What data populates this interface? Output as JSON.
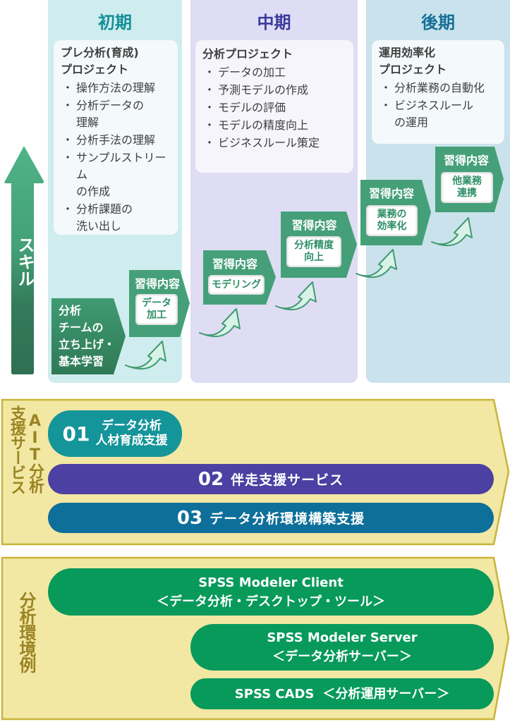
{
  "skill_axis": {
    "label": "スキル"
  },
  "phases": [
    {
      "title": "初期",
      "project_title": "プレ分析(育成)\nプロジェクト",
      "items": [
        "操作方法の理解",
        "分析データの\n理解",
        "分析手法の理解",
        "サンプルストリーム\nの作成",
        "分析課題の\n洗い出し"
      ]
    },
    {
      "title": "中期",
      "project_title": "分析プロジェクト",
      "items": [
        "データの加工",
        "予測モデルの作成",
        "モデルの評価",
        "モデルの精度向上",
        "ビジネスルール策定"
      ]
    },
    {
      "title": "後期",
      "project_title": "運用効率化\nプロジェクト",
      "items": [
        "分析業務の自動化",
        "ビジネスルール\nの運用"
      ]
    }
  ],
  "start_step": {
    "label": "分析\nチームの\n立ち上げ・\n基本学習"
  },
  "steps": [
    {
      "heading": "習得内容",
      "content": "データ\n加工"
    },
    {
      "heading": "習得内容",
      "content": "モデリング"
    },
    {
      "heading": "習得内容",
      "content": "分析精度\n向上"
    },
    {
      "heading": "習得内容",
      "content": "業務の\n効率化"
    },
    {
      "heading": "習得内容",
      "content": "他業務\n連携"
    }
  ],
  "ait_services": {
    "label_col1": "AIT分析",
    "label_col2": "支援サービス",
    "services": [
      {
        "number": "01",
        "label": "データ分析\n人材育成支援",
        "color": "#14959a"
      },
      {
        "number": "02",
        "label": "伴走支援サービス",
        "color": "#4c40a2"
      },
      {
        "number": "03",
        "label": "データ分析環境構築支援",
        "color": "#0d6f9a"
      }
    ]
  },
  "environment": {
    "label": "分析環境例",
    "products": [
      {
        "name": "SPSS Modeler Client",
        "description": "＜データ分析・デスクトップ・ツール＞"
      },
      {
        "name": "SPSS Modeler Server",
        "description": "＜データ分析サーバー＞"
      },
      {
        "name": "SPSS CADS",
        "description": "＜分析運用サーバー＞"
      }
    ],
    "color": "#079a5b"
  },
  "colors": {
    "step_green": "#3f9a74",
    "panel_fill": "#f2e7a3",
    "panel_border": "#c8b43a"
  }
}
